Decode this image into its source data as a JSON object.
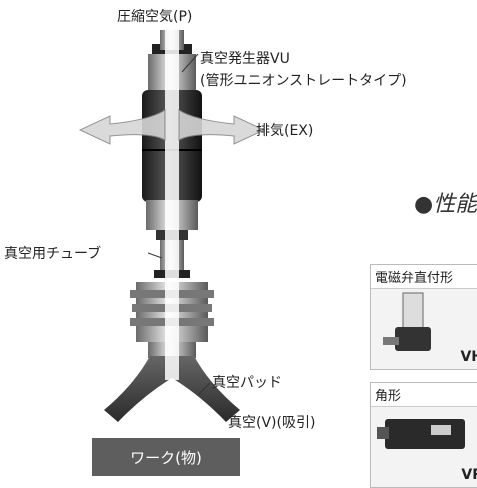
{
  "labels": {
    "compressed_air": "圧縮空気(P)",
    "generator_name": "真空発生器VU",
    "generator_type": "(管形ユニオンストレートタイプ)",
    "exhaust": "排気(EX)",
    "vacuum_tube": "真空用チューブ",
    "vacuum_pad": "真空パッド",
    "vacuum_suction": "真空(V)(吸引)",
    "workpiece": "ワーク(物)"
  },
  "performance": {
    "heading": "●性能"
  },
  "cards": [
    {
      "title": "電磁弁直付形",
      "model": "VH"
    },
    {
      "title": "角形",
      "model": "VR"
    }
  ]
}
